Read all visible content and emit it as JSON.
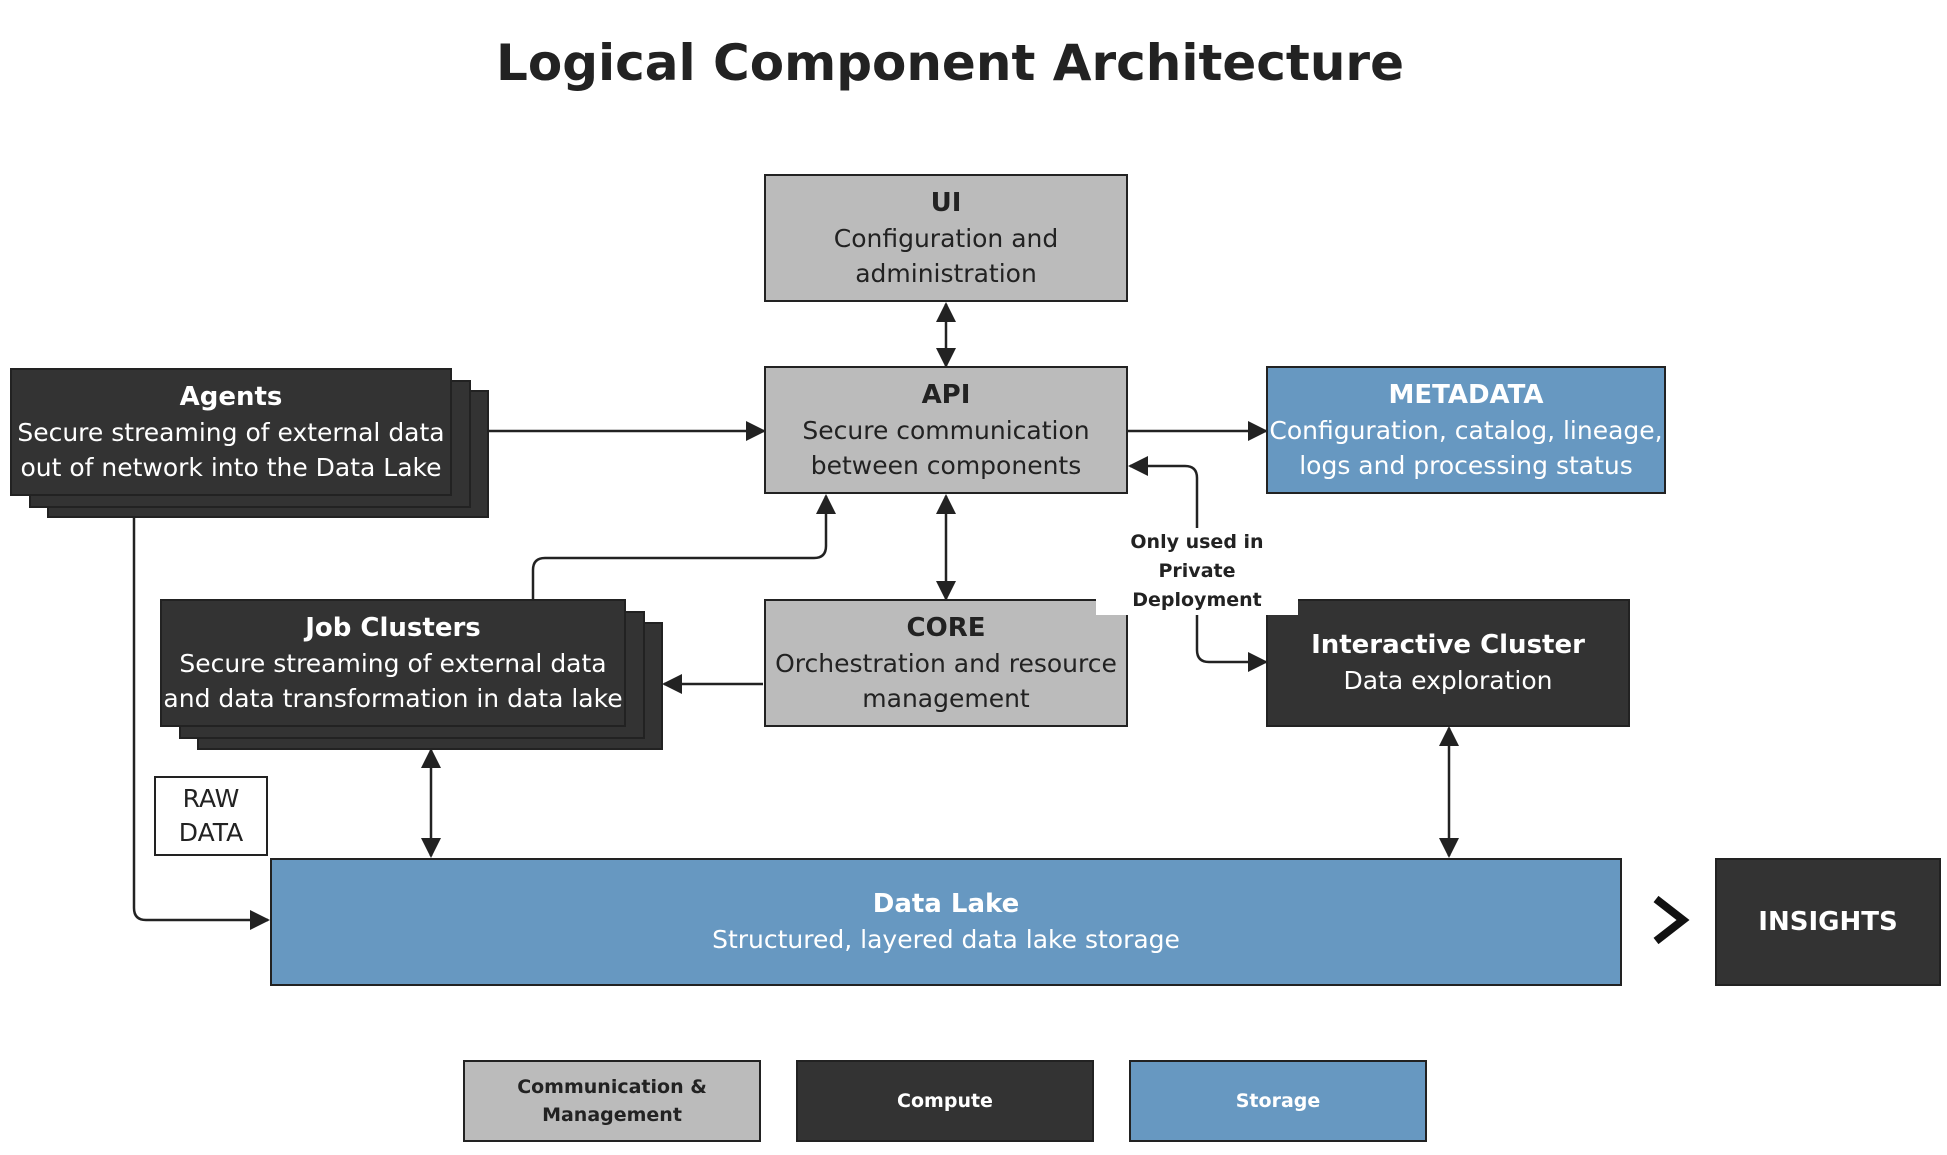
{
  "title": "Logical Component Architecture",
  "ui": {
    "name": "UI",
    "desc1": "Configuration and",
    "desc2": "administration"
  },
  "api": {
    "name": "API",
    "desc1": "Secure communication",
    "desc2": "between components"
  },
  "metadata": {
    "name": "METADATA",
    "desc1": "Configuration, catalog, lineage,",
    "desc2": "logs and processing status"
  },
  "agents": {
    "name": "Agents",
    "desc1": "Secure streaming of external data",
    "desc2": "out of network into the Data Lake"
  },
  "job_clusters": {
    "name": "Job Clusters",
    "desc1": "Secure streaming of external data",
    "desc2": "and data transformation in data lake"
  },
  "core": {
    "name": "CORE",
    "desc1": "Orchestration and resource",
    "desc2": "management"
  },
  "interactive_cluster": {
    "name": "Interactive Cluster",
    "desc1": "Data exploration"
  },
  "private_note": {
    "line1": "Only used in",
    "line2": "Private Deployment"
  },
  "raw_data": {
    "line1": "RAW",
    "line2": "DATA"
  },
  "data_lake": {
    "name": "Data Lake",
    "desc1": "Structured, layered data lake storage"
  },
  "insights": {
    "name": "INSIGHTS"
  },
  "legend": {
    "comm_line1": "Communication &",
    "comm_line2": "Management",
    "compute": "Compute",
    "storage": "Storage"
  },
  "colors": {
    "communication": "#bbbbbb",
    "compute": "#333333",
    "storage": "#6798c1"
  }
}
